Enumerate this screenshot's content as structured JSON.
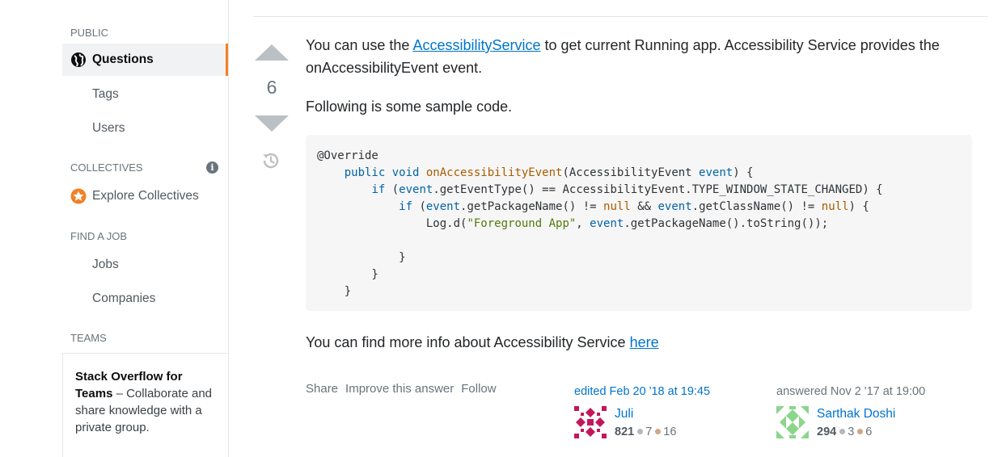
{
  "sidebar": {
    "public_label": "PUBLIC",
    "questions_label": "Questions",
    "tags_label": "Tags",
    "users_label": "Users",
    "collectives_label": "COLLECTIVES",
    "info_glyph": "i",
    "explore_collectives_label": "Explore Collectives",
    "find_job_label": "FIND A JOB",
    "jobs_label": "Jobs",
    "companies_label": "Companies",
    "teams_label": "TEAMS",
    "teams_promo_bold": "Stack Overflow for Teams",
    "teams_promo_text": " – Collaborate and share knowledge with a private group."
  },
  "answer": {
    "vote_count": "6",
    "para1_pre": "You can use the ",
    "para1_link": "AccessibilityService",
    "para1_post": " to get current Running app. Accessibility Service provides the onAccessibilityEvent event.",
    "para2": "Following is some sample code.",
    "para3_pre": "You can find more info about Accessibility Service ",
    "para3_link": "here",
    "code": {
      "l1": "@Override",
      "l2_indent": "    ",
      "l2_kw": "public void ",
      "l2_fn": "onAccessibilityEvent",
      "l2_p1": "(AccessibilityEvent ",
      "l2_var": "event",
      "l2_p2": ") {",
      "l3_indent": "        ",
      "l3_kw": "if",
      "l3_p1": " (",
      "l3_var": "event",
      "l3_p2": ".getEventType() == AccessibilityEvent.TYPE_WINDOW_STATE_CHANGED) {",
      "l4_indent": "            ",
      "l4_kw": "if",
      "l4_p1": " (",
      "l4_var1": "event",
      "l4_p2": ".getPackageName() != ",
      "l4_nul1": "null",
      "l4_p3": " && ",
      "l4_var2": "event",
      "l4_p4": ".getClassName() != ",
      "l4_nul2": "null",
      "l4_p5": ") {",
      "l5_indent": "                ",
      "l5_p1": "Log.d(",
      "l5_str": "\"Foreground App\"",
      "l5_p2": ", ",
      "l5_var": "event",
      "l5_p3": ".getPackageName().toString());",
      "l7": "            }",
      "l8": "        }",
      "l9": "    }"
    },
    "menu": {
      "share": "Share",
      "improve": "Improve this answer",
      "follow": "Follow"
    },
    "editor": {
      "when": "edited Feb 20 '18 at 19:45",
      "name": "Juli",
      "reputation": "821",
      "silver": "7",
      "bronze": "16"
    },
    "author": {
      "when": "answered Nov 2 '17 at 19:00",
      "name": "Sarthak Doshi",
      "reputation": "294",
      "silver": "3",
      "bronze": "6"
    }
  },
  "colors": {
    "accent_orange": "#f48024",
    "link_blue": "#0074cc",
    "vote_gray": "#bbc0c4",
    "editor_avatar": "#c2185b",
    "author_avatar": "#8bd68b"
  }
}
